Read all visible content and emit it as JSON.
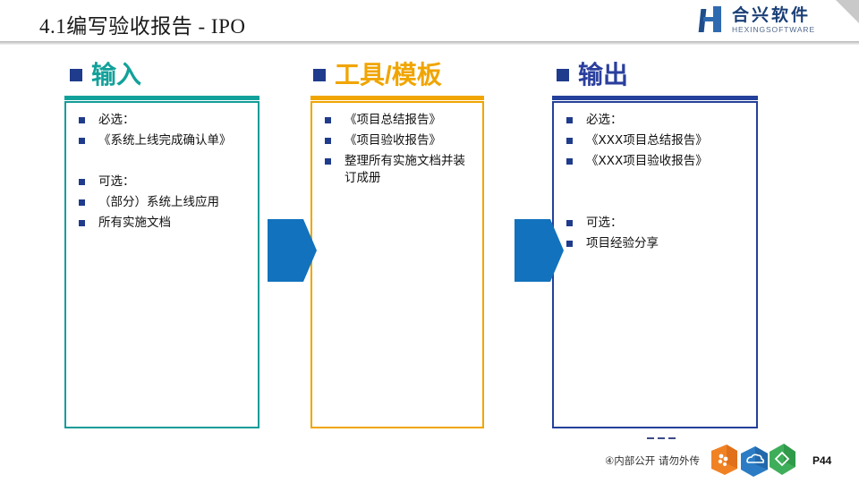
{
  "slide": {
    "title": "4.1编写验收报告  - IPO",
    "page_number": "P44",
    "confidentiality_note": "④内部公开 请勿外传"
  },
  "brand": {
    "name_cn": "合兴软件",
    "name_en": "HEXINGSOFTWARE"
  },
  "colors": {
    "input_teal": "#12a19a",
    "tools_orange": "#f0a500",
    "output_blue": "#24409a",
    "bullet_navy": "#1f3b8c",
    "arrow_blue": "#1272bd"
  },
  "columns": [
    {
      "key": "input",
      "heading": "输入",
      "heading_color": "#12a19a",
      "border_color": "#129c99",
      "items": [
        {
          "text": "必选：",
          "spacer": false
        },
        {
          "text": "《系统上线完成确认单》",
          "spacer": false
        },
        {
          "text": "",
          "spacer": true
        },
        {
          "text": "可选：",
          "spacer": false
        },
        {
          "text": "（部分）系统上线应用",
          "spacer": false
        },
        {
          "text": "所有实施文档",
          "spacer": false
        }
      ]
    },
    {
      "key": "tools",
      "heading": "工具/模板",
      "heading_color": "#f0a500",
      "border_color": "#f0a500",
      "items": [
        {
          "text": "《项目总结报告》",
          "spacer": false
        },
        {
          "text": "《项目验收报告》",
          "spacer": false
        },
        {
          "text": "整理所有实施文档并装订成册",
          "spacer": false
        }
      ]
    },
    {
      "key": "output",
      "heading": "输出",
      "heading_color": "#2a3f9d",
      "border_color": "#24409a",
      "items": [
        {
          "text": "必选：",
          "spacer": false
        },
        {
          "text": "《XXX项目总结报告》",
          "spacer": false
        },
        {
          "text": "《XXX项目验收报告》",
          "spacer": false
        },
        {
          "text": "",
          "spacer": true
        },
        {
          "text": "",
          "spacer": true
        },
        {
          "text": "可选：",
          "spacer": false
        },
        {
          "text": "项目经验分享",
          "spacer": false
        }
      ]
    }
  ],
  "arrows": [
    {
      "name": "arrow-input-to-tools",
      "color": "#1272bd"
    },
    {
      "name": "arrow-tools-to-output",
      "color": "#1272bd"
    }
  ],
  "footer_logos": [
    {
      "name": "orange-cube-icon",
      "color": "#f28226"
    },
    {
      "name": "blue-cloud-cube-icon",
      "color": "#2b7cc4"
    },
    {
      "name": "green-diamond-cube-icon",
      "color": "#3fae5a"
    }
  ]
}
